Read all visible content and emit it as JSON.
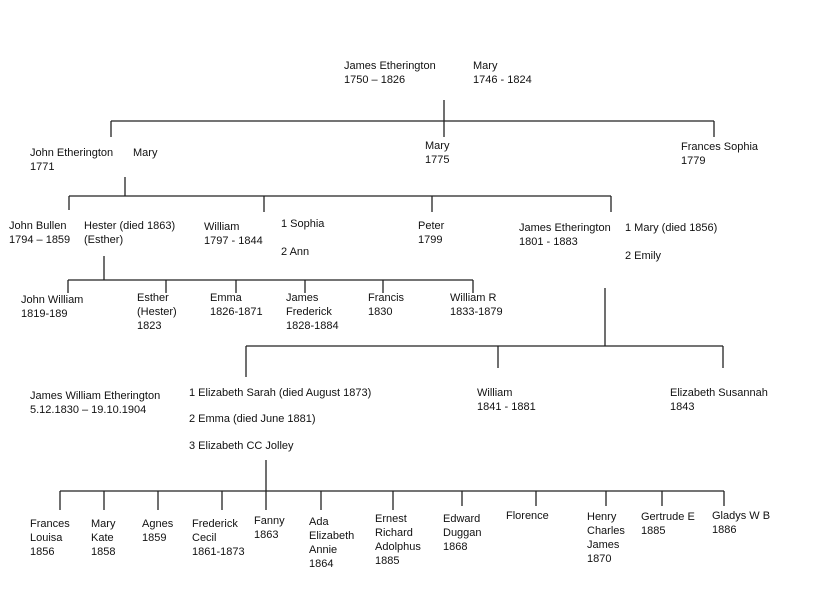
{
  "generation_1": {
    "james_etherington": "James Etherington\n1750 – 1826",
    "mary": "Mary\n1746 - 1824"
  },
  "generation_2": {
    "john_etherington": "John Etherington\n1771",
    "john_spouse_mary": "Mary",
    "mary": "Mary\n1775",
    "frances_sophia": "Frances Sophia\n1779"
  },
  "generation_3": {
    "john_bullen": "John Bullen\n1794 – 1859",
    "hester": "Hester (died 1863)\n(Esther)",
    "william": "William\n1797 - 1844",
    "william_spouses": "1 Sophia\n\n2 Ann",
    "peter": "Peter\n1799",
    "james_etherington": "James Etherington\n1801 - 1883",
    "james_spouses": "1 Mary (died 1856)\n\n2 Emily"
  },
  "bullen_children": {
    "john_william": "John William\n1819-189",
    "esther": "Esther\n(Hester)\n1823",
    "emma": "Emma\n1826-1871",
    "james_frederick": "James\nFrederick\n1828-1884",
    "francis": "Francis\n1830",
    "william_r": "William R\n1833-1879"
  },
  "generation_4": {
    "james_william_etherington": "James William Etherington\n5.12.1830 – 19.10.1904",
    "spouse_1": "1 Elizabeth Sarah (died August 1873)",
    "spouse_2": "2 Emma (died June 1881)",
    "spouse_3": "3 Elizabeth CC Jolley",
    "william": "William\n1841 - 1881",
    "elizabeth_susannah": "Elizabeth Susannah\n1843"
  },
  "generation_5": {
    "frances_louisa": "Frances\nLouisa\n1856",
    "mary_kate": "Mary\nKate\n1858",
    "agnes": "Agnes\n1859",
    "frederick_cecil": "Frederick\nCecil\n1861-1873",
    "fanny": "Fanny\n1863",
    "ada_elizabeth_annie": "Ada\nElizabeth\nAnnie\n1864",
    "ernest_richard_adolphus": "Ernest\nRichard\nAdolphus\n1885",
    "edward_duggan": "Edward\nDuggan\n1868",
    "florence": "Florence",
    "henry_charles_james": "Henry\nCharles\nJames\n1870",
    "gertrude_e": "Gertrude E\n1885",
    "gladys_w_b": "Gladys W B\n1886"
  },
  "colors": {
    "line": "#222222",
    "text": "#111111",
    "background": "#ffffff"
  }
}
